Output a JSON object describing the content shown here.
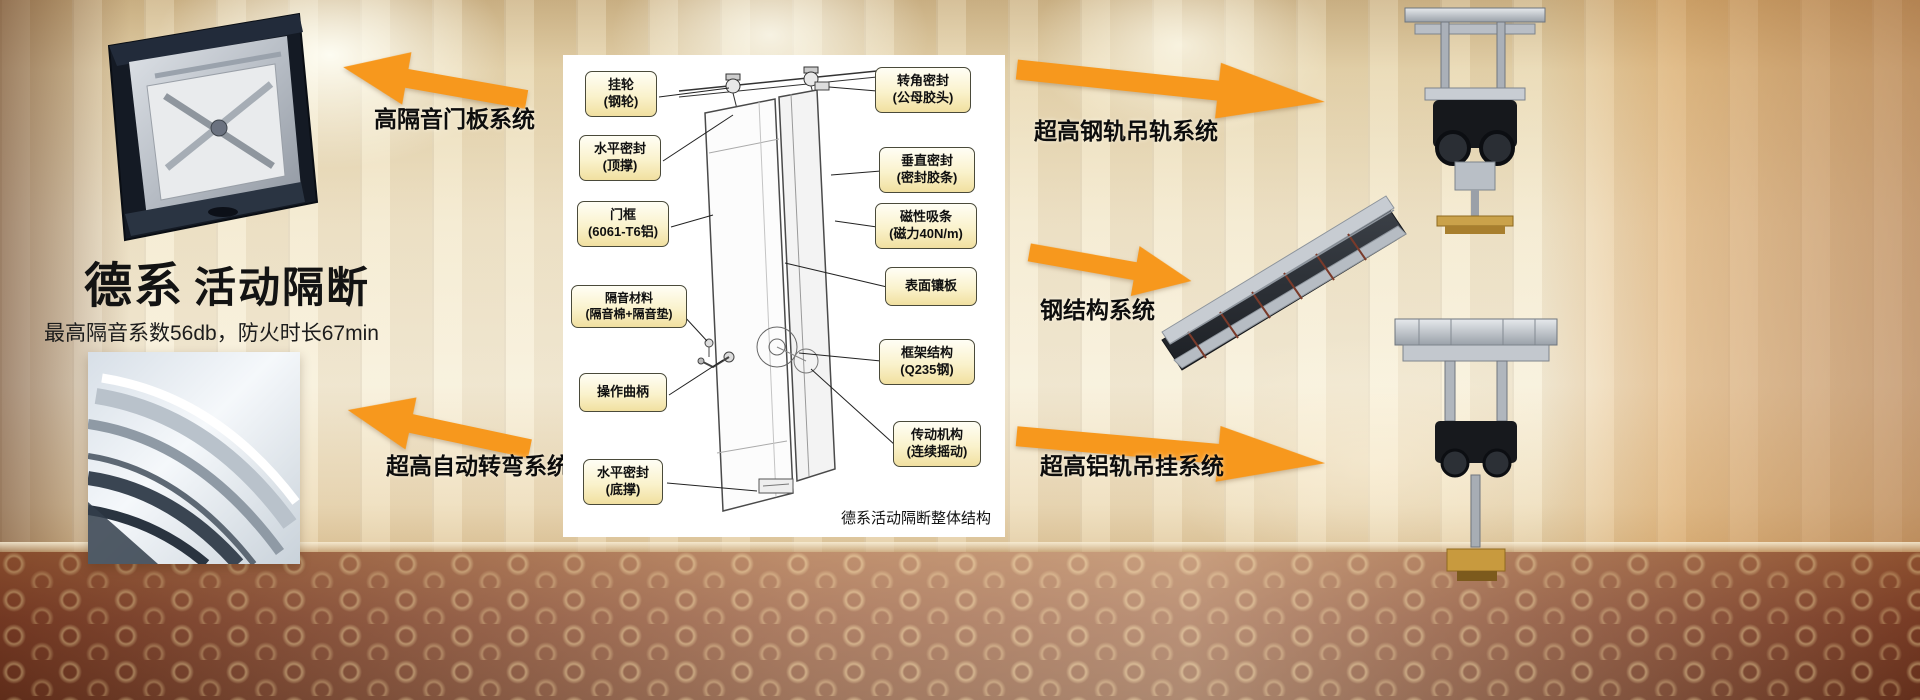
{
  "header": {
    "brand": "德系",
    "brand_suffix": "活动隔断",
    "subtitle": "最高隔音系数56db，防火时长67min"
  },
  "arrows": {
    "door_panel": "高隔音门板系统",
    "auto_turn": "超高自动转弯系统",
    "steel_rail": "超高钢轨吊轨系统",
    "steel_structure": "钢结构系统",
    "alu_rail": "超高铝轨吊挂系统"
  },
  "diagram": {
    "caption": "德系活动隔断整体结构",
    "left_callouts": [
      {
        "text": "挂轮\n(钢轮)"
      },
      {
        "text": "水平密封\n(顶撑)"
      },
      {
        "text": "门框\n(6061-T6铝)"
      },
      {
        "text": "隔音材料\n(隔音棉+隔音垫)"
      },
      {
        "text": "操作曲柄"
      },
      {
        "text": "水平密封\n(底撑)"
      }
    ],
    "right_callouts": [
      {
        "text": "转角密封\n(公母胶头)"
      },
      {
        "text": "垂直密封\n(密封胶条)"
      },
      {
        "text": "磁性吸条\n(磁力40N/m)"
      },
      {
        "text": "表面镶板"
      },
      {
        "text": "框架结构\n(Q235钢)"
      },
      {
        "text": "传动机构\n(连续摇动)"
      }
    ]
  },
  "colors": {
    "arrow_orange": "#F7981D",
    "callout_bg": "#FAF2CC",
    "callout_border": "#4A4A3A",
    "carpet": "#83422A"
  }
}
